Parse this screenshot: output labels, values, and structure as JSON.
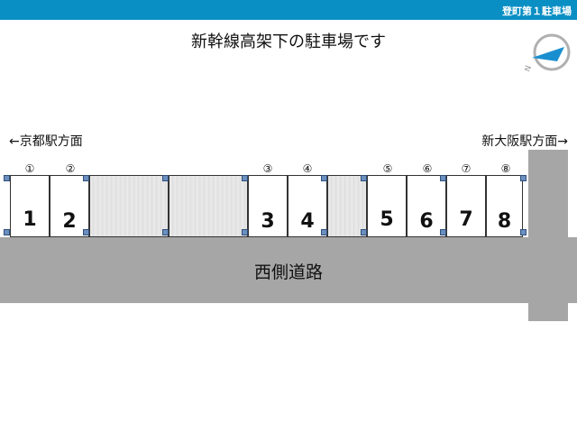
{
  "header": {
    "label": "登町第１駐車場"
  },
  "title": "新幹線高架下の駐車場です",
  "compass": {
    "letter": "N"
  },
  "directions": {
    "left": "←京都駅方面",
    "right": "新大阪駅方面→"
  },
  "road": {
    "name": "西側道路"
  },
  "slots": [
    {
      "circled": "①",
      "number": "1"
    },
    {
      "circled": "②",
      "number": "2"
    },
    {
      "circled": "③",
      "number": "3"
    },
    {
      "circled": "④",
      "number": "4"
    },
    {
      "circled": "⑤",
      "number": "5"
    },
    {
      "circled": "⑥",
      "number": "6"
    },
    {
      "circled": "⑦",
      "number": "7"
    },
    {
      "circled": "⑧",
      "number": "8"
    }
  ],
  "colors": {
    "header_bar": "#0a8fc4",
    "road": "#a6a6a6",
    "compass_arrow": "#1a8fd0"
  }
}
